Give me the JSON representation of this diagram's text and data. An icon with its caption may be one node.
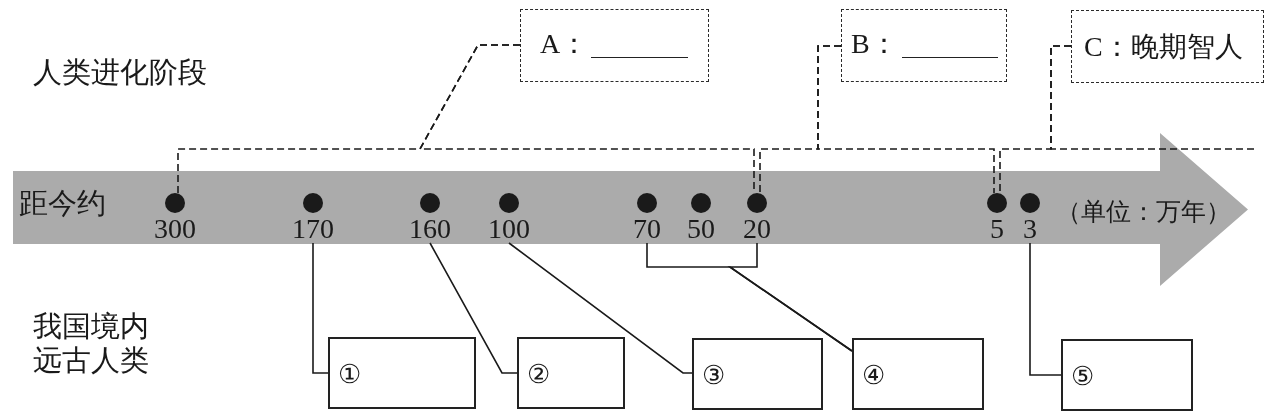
{
  "diagram": {
    "nodes": [
      {
        "text": [
          "A："
        ]
      },
      {
        "text": [
          "B："
        ]
      },
      {
        "text": [
          "C：晚期智人"
        ]
      },
      {
        "text": [
          "距今约",
          "（单位：万年）"
        ]
      },
      {
        "text": [],
        "shape": "circle",
        "in": 3,
        "beside": [
          "300"
        ]
      },
      {
        "text": [],
        "shape": "circle",
        "in": 3,
        "beside": [
          "170"
        ]
      },
      {
        "text": [],
        "shape": "circle",
        "in": 3,
        "beside": [
          "160"
        ]
      },
      {
        "text": [],
        "shape": "circle",
        "in": 3,
        "beside": [
          "100"
        ]
      },
      {
        "text": [],
        "shape": "circle",
        "in": 3,
        "beside": [
          "70"
        ]
      },
      {
        "text": [],
        "shape": "circle",
        "in": 3,
        "beside": [
          "50"
        ]
      },
      {
        "text": [],
        "shape": "circle",
        "in": 3,
        "beside": [
          "20"
        ]
      },
      {
        "text": [],
        "shape": "circle",
        "in": 3,
        "beside": [
          "5"
        ]
      },
      {
        "text": [],
        "shape": "circle",
        "in": 3,
        "beside": [
          "3"
        ]
      },
      {
        "text": [
          "①"
        ]
      },
      {
        "text": [
          "②"
        ]
      },
      {
        "text": [
          "③"
        ]
      },
      {
        "text": [
          "④"
        ]
      },
      {
        "text": [
          "⑤"
        ]
      }
    ],
    "edges": [
      {
        "from": 0,
        "to": 4,
        "arrow": "none",
        "style": "dashed"
      },
      {
        "from": 0,
        "to": 10,
        "arrow": "none",
        "style": "dashed"
      },
      {
        "from": 1,
        "to": 10,
        "arrow": "none",
        "style": "dashed"
      },
      {
        "from": 1,
        "to": 11,
        "arrow": "none",
        "style": "dashed"
      },
      {
        "from": 2,
        "to": 11,
        "arrow": "none",
        "style": "dashed"
      },
      {
        "from": 2,
        "to": null,
        "arrow": "none",
        "style": "dashed"
      },
      {
        "from": 5,
        "to": 13,
        "arrow": "none"
      },
      {
        "from": 6,
        "to": 14,
        "arrow": "none"
      },
      {
        "from": 7,
        "to": 15,
        "arrow": "none"
      },
      {
        "from": 8,
        "to": 16,
        "arrow": "none"
      },
      {
        "from": 10,
        "to": 16,
        "arrow": "none"
      },
      {
        "from": 12,
        "to": 17,
        "arrow": "none"
      }
    ],
    "labels": [
      "人类进化阶段",
      "我国境内远古人类"
    ]
  }
}
